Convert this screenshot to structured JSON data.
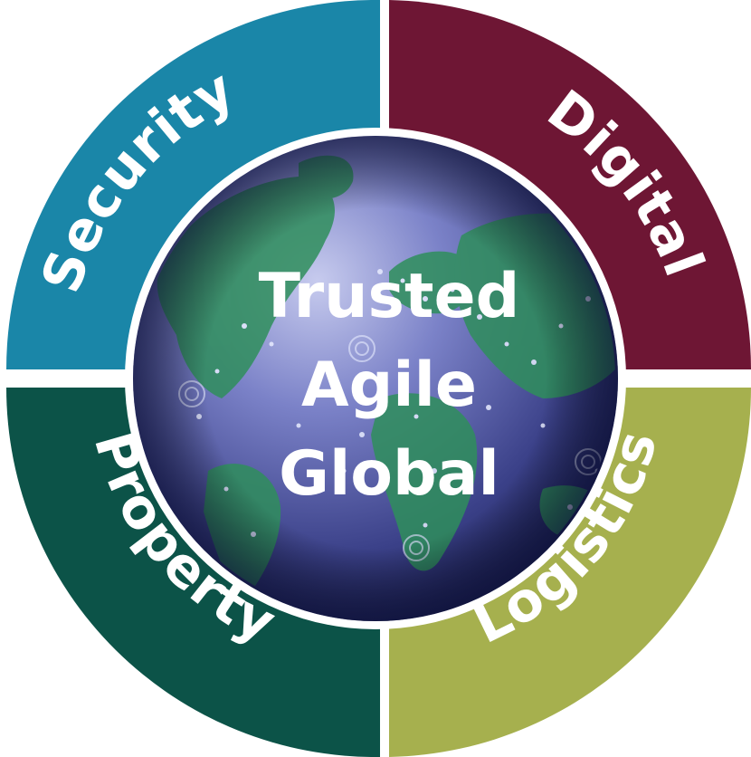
{
  "colors": {
    "security": "#1a86a8",
    "digital": "#6e1634",
    "property": "#0c5348",
    "logistics": "#a6b04e",
    "globe_dark": "#232a66",
    "globe_light": "#8a90d0",
    "land": "#2f8f5c"
  },
  "segments": [
    {
      "key": "security",
      "label": "Security",
      "icon": "quadrant-top-left"
    },
    {
      "key": "digital",
      "label": "Digital",
      "icon": "quadrant-top-right"
    },
    {
      "key": "property",
      "label": "Property",
      "icon": "quadrant-bottom-left"
    },
    {
      "key": "logistics",
      "label": "Logistics",
      "icon": "quadrant-bottom-right"
    }
  ],
  "center": {
    "words": [
      "Trusted",
      "Agile",
      "Global"
    ],
    "icon": "globe-icon"
  }
}
